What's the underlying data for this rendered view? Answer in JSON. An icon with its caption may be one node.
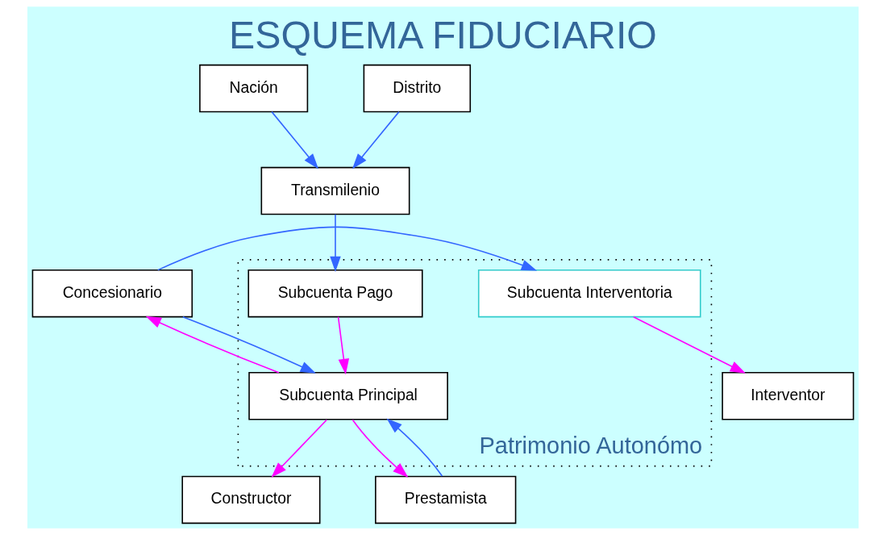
{
  "diagram": {
    "title": "ESQUEMA FIDUCIARIO",
    "nodes": [
      {
        "text": [
          "Nación"
        ]
      },
      {
        "text": [
          "Distrito"
        ]
      },
      {
        "text": [
          "Patrimonio Autonómo"
        ]
      },
      {
        "text": [
          "Transmilenio"
        ]
      },
      {
        "text": [
          "Subcuenta Pago"
        ],
        "in": 2
      },
      {
        "text": [
          "Subcuenta Principal"
        ],
        "in": 2
      },
      {
        "text": [
          "Subcuenta Interventoria"
        ],
        "in": 2
      },
      {
        "text": [
          "Constructor"
        ]
      },
      {
        "text": [
          "Prestamista"
        ]
      },
      {
        "text": [
          "Concesionario"
        ]
      },
      {
        "text": [
          "Interventor"
        ]
      }
    ],
    "edges": [
      {
        "from": 0,
        "to": 3,
        "arrow": "to"
      },
      {
        "from": 1,
        "to": 3,
        "arrow": "to"
      },
      {
        "from": 3,
        "to": 4,
        "arrow": "to"
      },
      {
        "from": 4,
        "to": 5,
        "arrow": "to",
        "color": "#ff00ff"
      },
      {
        "from": 5,
        "to": 7,
        "arrow": "to",
        "color": "#ff00ff"
      },
      {
        "from": 5,
        "to": 8,
        "arrow": "to",
        "color": "#ff00ff"
      },
      {
        "from": 8,
        "to": 5,
        "arrow": "to"
      },
      {
        "from": 5,
        "to": 9,
        "arrow": "to",
        "color": "#ff00ff"
      },
      {
        "from": 9,
        "to": 5,
        "arrow": "to"
      },
      {
        "from": 9,
        "to": 6,
        "arrow": "to"
      },
      {
        "from": 6,
        "to": 10,
        "arrow": "to",
        "color": "#ff00ff"
      }
    ]
  }
}
